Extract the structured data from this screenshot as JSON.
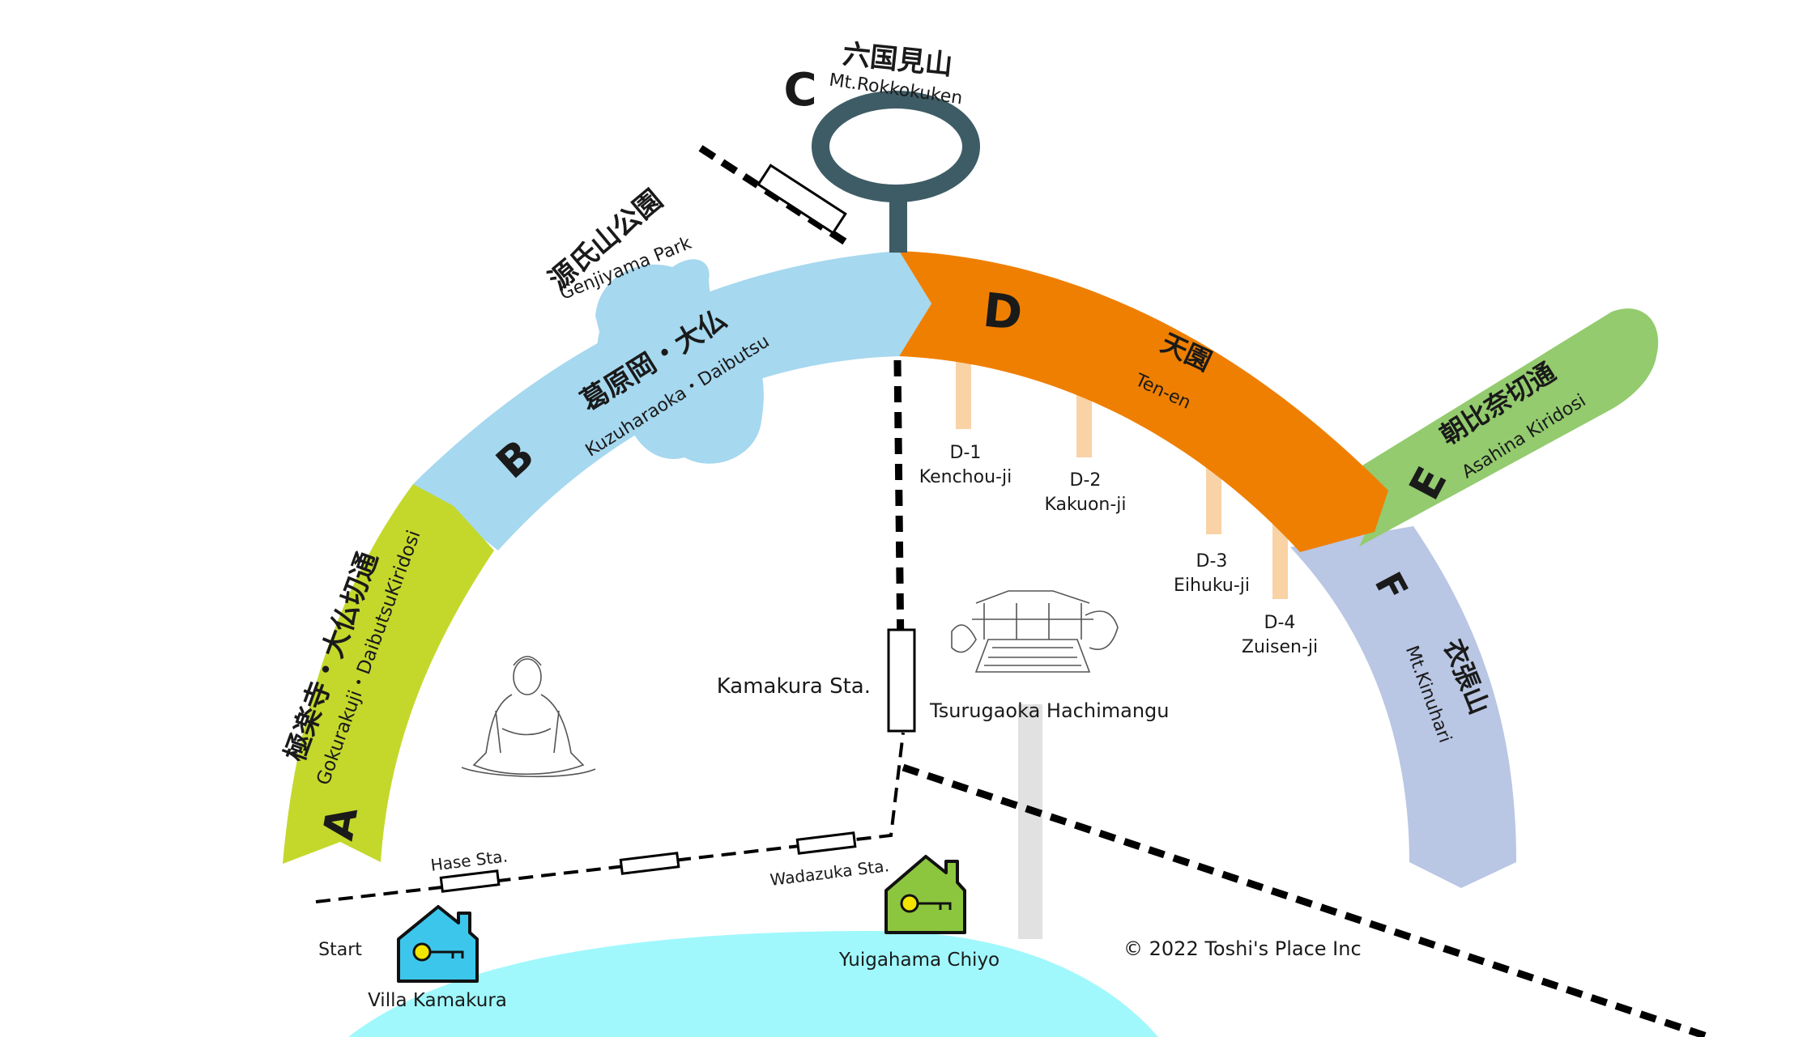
{
  "segments": {
    "a": {
      "letter": "A",
      "name_jp": "極楽寺・大仏切通",
      "name_en": "Gokurakuji・DaibutsuKiridosi",
      "color": "#c4d82c"
    },
    "b": {
      "letter": "B",
      "name_jp": "葛原岡・大仏",
      "name_en": "Kuzuharaoka・Daibutsu",
      "color": "#a6d8ef"
    },
    "c": {
      "letter": "C",
      "name_jp": "六国見山",
      "name_en": "Mt.Rokkokuken",
      "color": "#3e5c66"
    },
    "d": {
      "letter": "D",
      "name_jp": "天園",
      "name_en": "Ten-en",
      "color": "#ef7f00"
    },
    "e": {
      "letter": "E",
      "name_jp": "朝比奈切通",
      "name_en": "Asahina Kiridosi",
      "color": "#93cb6e"
    },
    "f": {
      "letter": "F",
      "name_jp": "衣張山",
      "name_en": "Mt.Kinuhari",
      "color": "#b9c6e4"
    }
  },
  "genjiyama": {
    "name_jp": "源氏山公園",
    "name_en": "Genjiyama Park"
  },
  "subpoints": [
    {
      "code": "D-1",
      "name": "Kenchou-ji"
    },
    {
      "code": "D-2",
      "name": "Kakuon-ji"
    },
    {
      "code": "D-3",
      "name": "Eihuku-ji"
    },
    {
      "code": "D-4",
      "name": "Zuisen-ji"
    }
  ],
  "stations": {
    "kamakura": "Kamakura Sta.",
    "hase": "Hase Sta.",
    "wadazuka": "Wadazuka Sta."
  },
  "places": {
    "shrine": "Tsurugaoka Hachimangu",
    "start": "Start",
    "villa": "Villa Kamakura",
    "yuigahama": "Yuigahama Chiyo"
  },
  "copyright": "© 2022 Toshi's Place Inc",
  "icons": {
    "villa_house": "house-key-icon",
    "yuigahama_house": "house-key-icon",
    "buddha": "great-buddha-illustration",
    "shrine": "shrine-illustration"
  },
  "colors": {
    "sea": "#a0f8fc",
    "villa_house": "#3dc6ec",
    "yuigahama_house": "#8cc63f",
    "key": "#f2e600",
    "paths": "#f9d2a6",
    "shrine_road": "#e1e1e1"
  }
}
